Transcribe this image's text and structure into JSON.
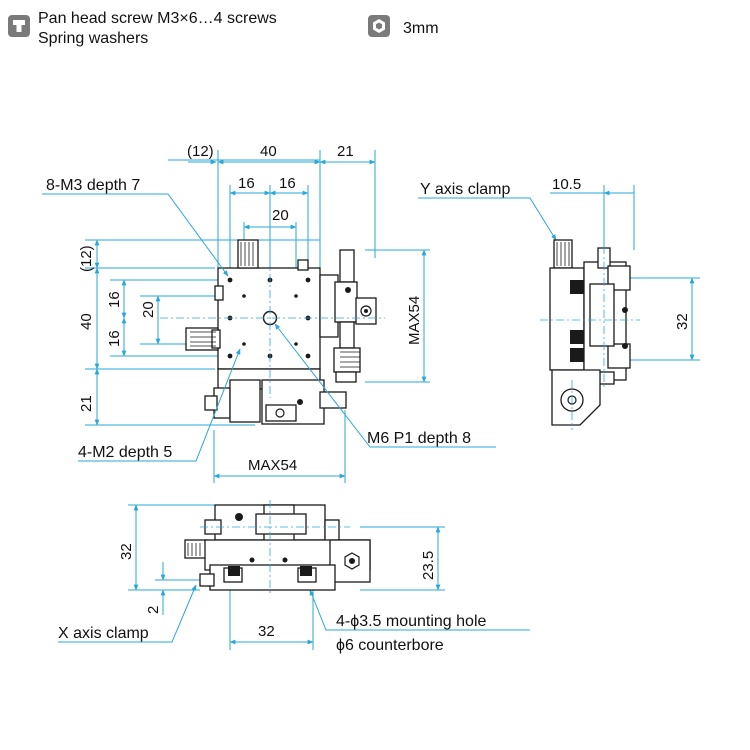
{
  "legend": {
    "screw_line1": "Pan head screw M3×6…4 screws",
    "screw_line2": "Spring washers",
    "hex_key": "3mm",
    "screw_icon": "screw-icon",
    "hex_icon": "hex-key-icon"
  },
  "top_view": {
    "d12_top": "(12)",
    "d40_top": "40",
    "d21_top": "21",
    "d16_a": "16",
    "d16_b": "16",
    "d20_top": "20",
    "d12_left": "(12)",
    "d40_left": "40",
    "d16_left_a": "16",
    "d16_left_b": "16",
    "d20_left": "20",
    "d21_left": "21",
    "max54_right": "MAX54",
    "max54_bottom": "MAX54",
    "tapped_holes": "8-M3 depth 7",
    "center_hole": "M6 P1 depth 8",
    "small_holes": "4-M2 depth 5"
  },
  "side_view": {
    "clamp": "Y axis clamp",
    "d10_5": "10.5",
    "d32": "32"
  },
  "front_view": {
    "d32_left": "32",
    "d2": "2",
    "d23_5": "23.5",
    "d32_bottom": "32",
    "clamp": "X axis clamp",
    "mount_hole": "4-ϕ3.5 mounting hole",
    "counterbore": "ϕ6 counterbore"
  },
  "colors": {
    "line": "#1a1a1a",
    "dim_line": "#2aa7d9",
    "icon_gray": "#7a7a7a"
  }
}
